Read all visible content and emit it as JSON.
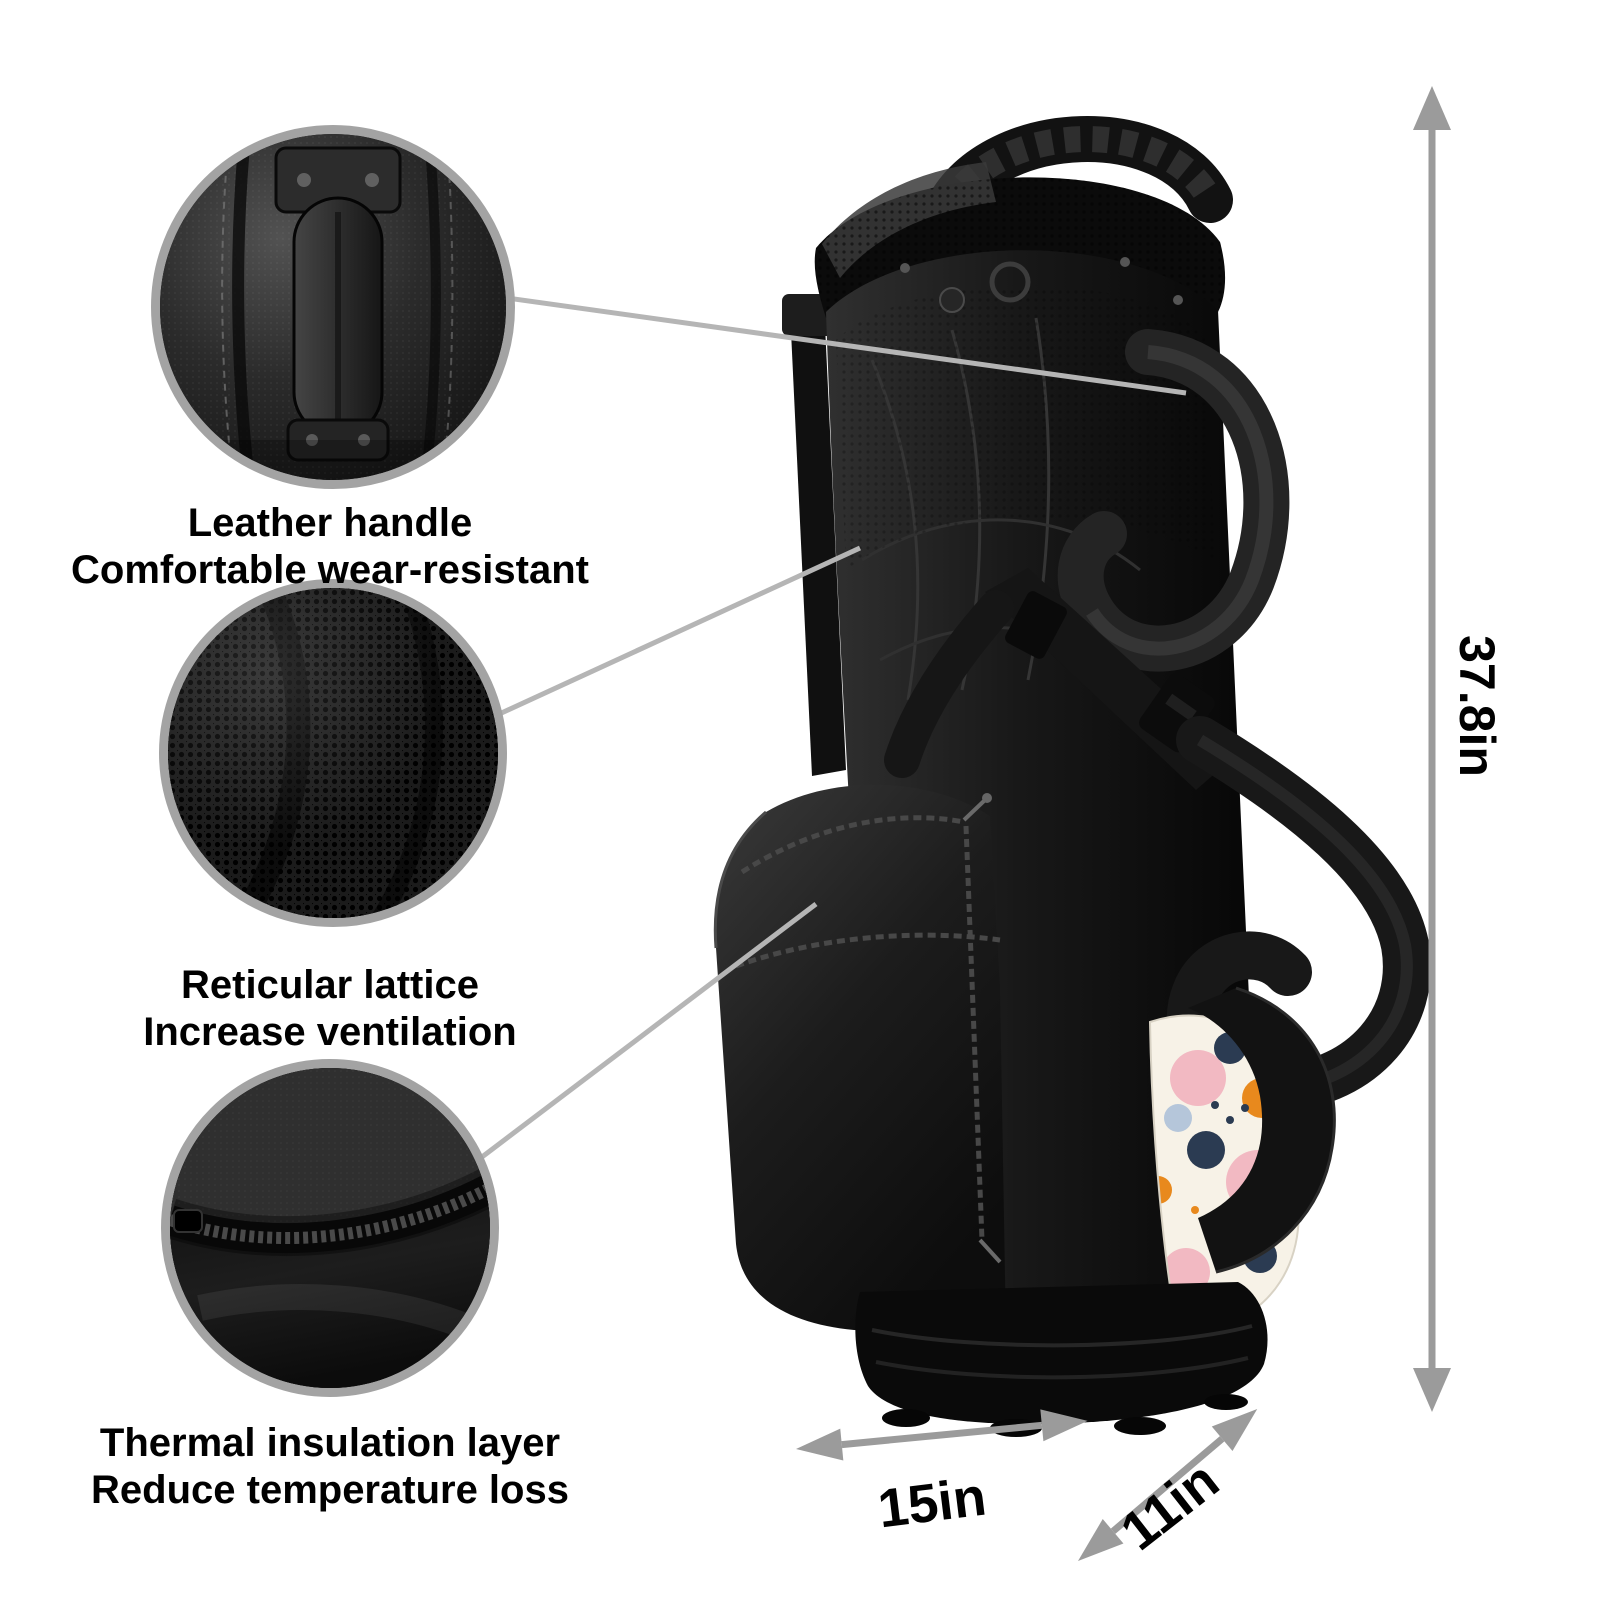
{
  "callouts": [
    {
      "id": "leather-handle",
      "line1": "Leather handle",
      "line2": "Comfortable wear-resistant"
    },
    {
      "id": "reticular-lattice",
      "line1": "Reticular lattice",
      "line2": "Increase ventilation"
    },
    {
      "id": "thermal-insulation",
      "line1": "Thermal insulation layer",
      "line2": "Reduce temperature loss"
    }
  ],
  "dimensions": {
    "height": "37.8in",
    "width": "15in",
    "depth": "11in"
  },
  "colors": {
    "background": "#ffffff",
    "text": "#000000",
    "callout_line": "#b5b5b5",
    "dimension_arrow": "#9b9b9b",
    "bag_black": "#141414",
    "towel_pink": "#f2b9c2",
    "towel_orange": "#e8891d",
    "towel_navy": "#2b3b52",
    "towel_blue": "#b5c6da"
  }
}
